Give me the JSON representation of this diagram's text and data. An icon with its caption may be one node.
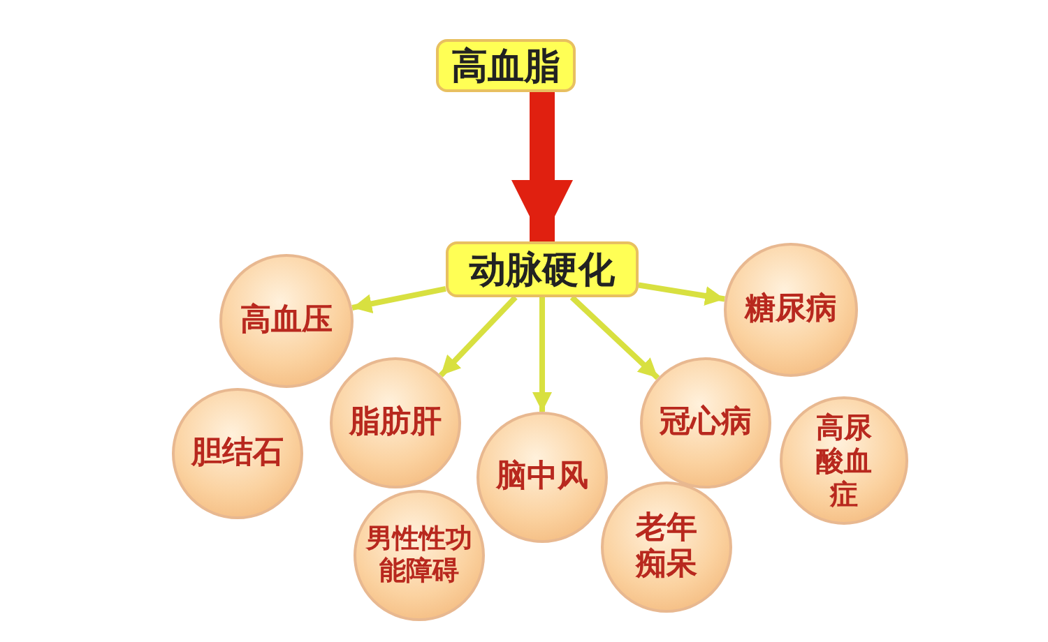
{
  "diagram": {
    "nodes": [
      {
        "text": [
          "高血脂"
        ]
      },
      {
        "text": [
          "动脉硬化"
        ]
      },
      {
        "text": [
          "高血压"
        ]
      },
      {
        "text": [
          "糖尿病"
        ]
      },
      {
        "text": [
          "胆结石"
        ]
      },
      {
        "text": [
          "脂肪肝"
        ]
      },
      {
        "text": [
          "冠心病"
        ]
      },
      {
        "text": [
          "高尿酸血症"
        ]
      },
      {
        "text": [
          "脑中风"
        ]
      },
      {
        "text": [
          "男性性功能障碍"
        ]
      },
      {
        "text": [
          "老年痴呆"
        ]
      }
    ],
    "edges": [
      {
        "from": 0,
        "to": 1,
        "arrow": "to",
        "style": "thick",
        "color": "#e02010"
      },
      {
        "from": 1,
        "to": 2,
        "arrow": "to"
      },
      {
        "from": 1,
        "to": 5,
        "arrow": "to"
      },
      {
        "from": 1,
        "to": 8,
        "arrow": "to"
      },
      {
        "from": 1,
        "to": 6,
        "arrow": "to"
      },
      {
        "from": 1,
        "to": 3,
        "arrow": "to"
      }
    ]
  }
}
